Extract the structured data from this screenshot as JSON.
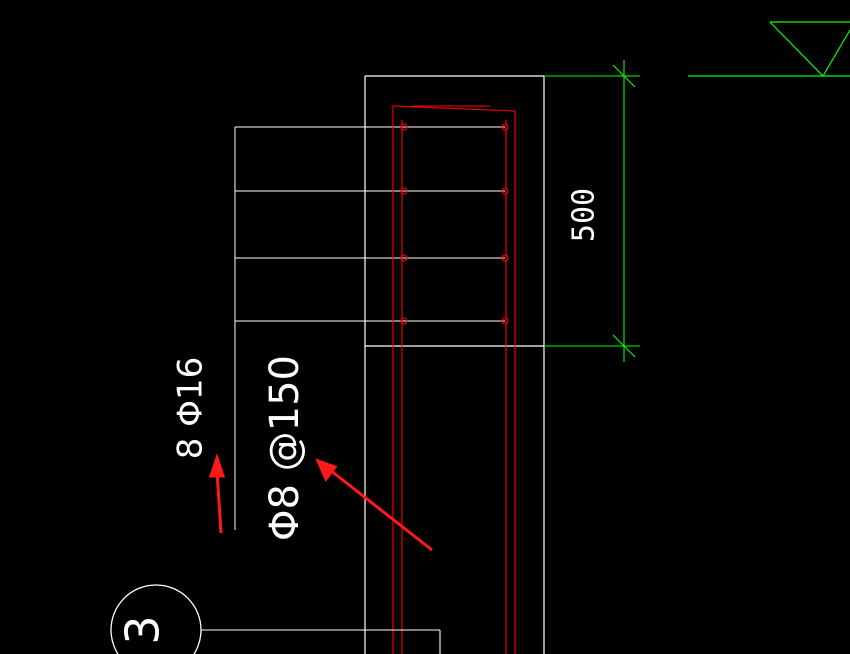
{
  "drawing": {
    "dimension_text": "500",
    "rebar_label": "8 Φ16",
    "stirrup_label": "Φ8 @150",
    "axis_number": "3",
    "colors": {
      "background": "#000000",
      "outline": "#ffffff",
      "rebar": "#ff0000",
      "dimension": "#00ff00",
      "annotation_arrow": "#ff1a1a"
    }
  }
}
